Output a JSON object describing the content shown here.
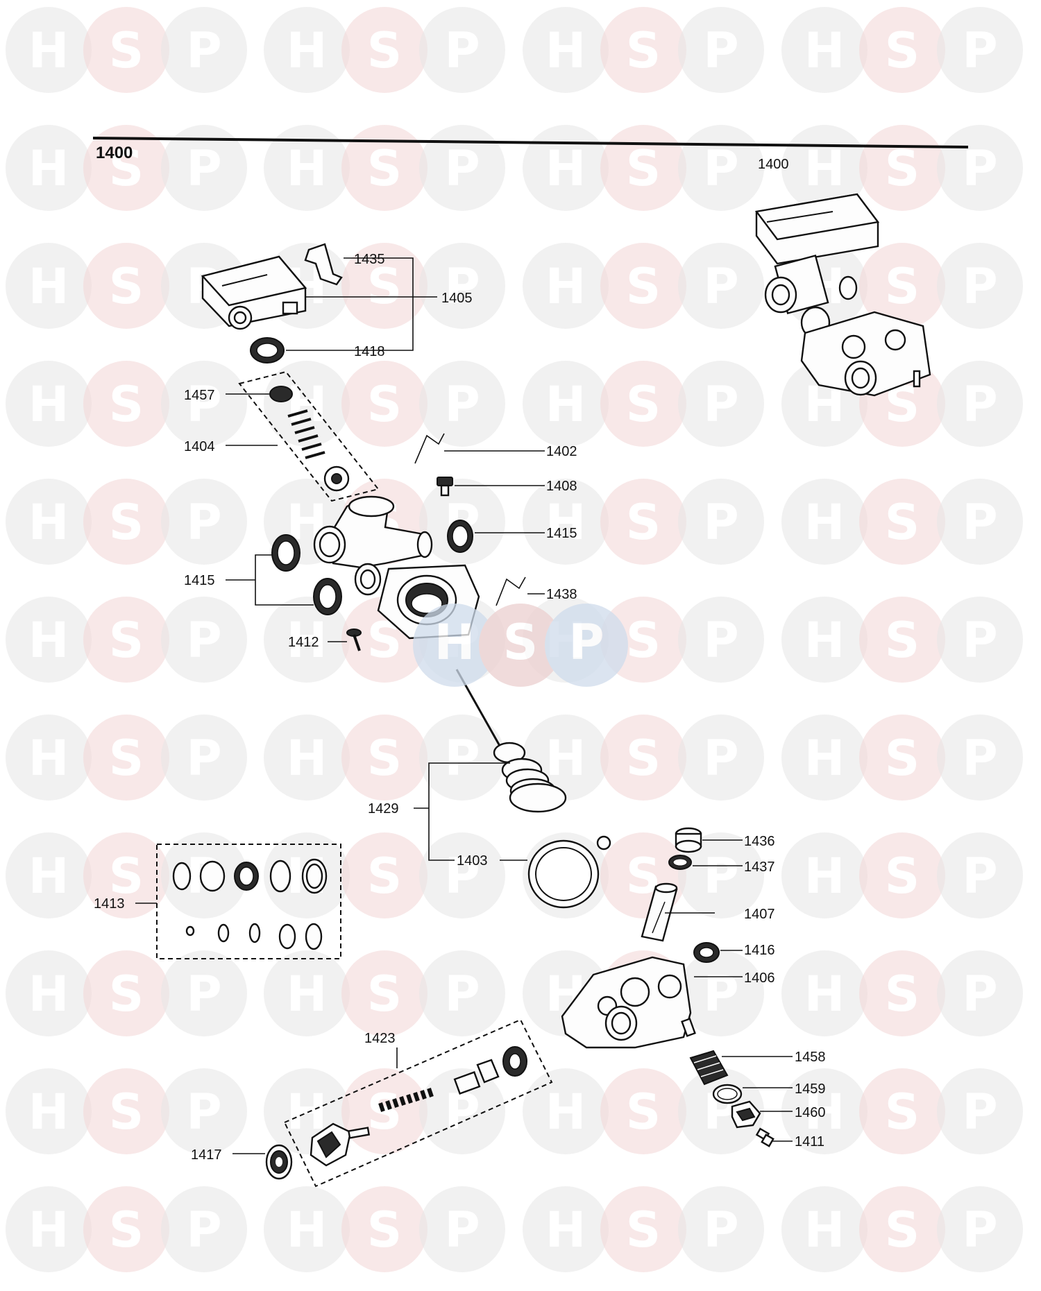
{
  "diagram": {
    "assembly_number": "1400",
    "watermark": {
      "letters": [
        "H",
        "S",
        "P"
      ],
      "colors": {
        "H": "#e5e5e5",
        "S": "#f3d6d6",
        "P": "#e5e5e5"
      },
      "logo_colors": [
        "#cfdcec",
        "#ecd0d0",
        "#cfdcec"
      ]
    },
    "callouts": {
      "c1400": "1400",
      "c1435": "1435",
      "c1405": "1405",
      "c1418": "1418",
      "c1457": "1457",
      "c1404": "1404",
      "c1402": "1402",
      "c1408": "1408",
      "c1415a": "1415",
      "c1415b": "1415",
      "c1438": "1438",
      "c1412": "1412",
      "c1429": "1429",
      "c1403": "1403",
      "c1436": "1436",
      "c1437": "1437",
      "c1413": "1413",
      "c1407": "1407",
      "c1416": "1416",
      "c1406": "1406",
      "c1423": "1423",
      "c1458": "1458",
      "c1459": "1459",
      "c1460": "1460",
      "c1411": "1411",
      "c1417": "1417"
    }
  }
}
